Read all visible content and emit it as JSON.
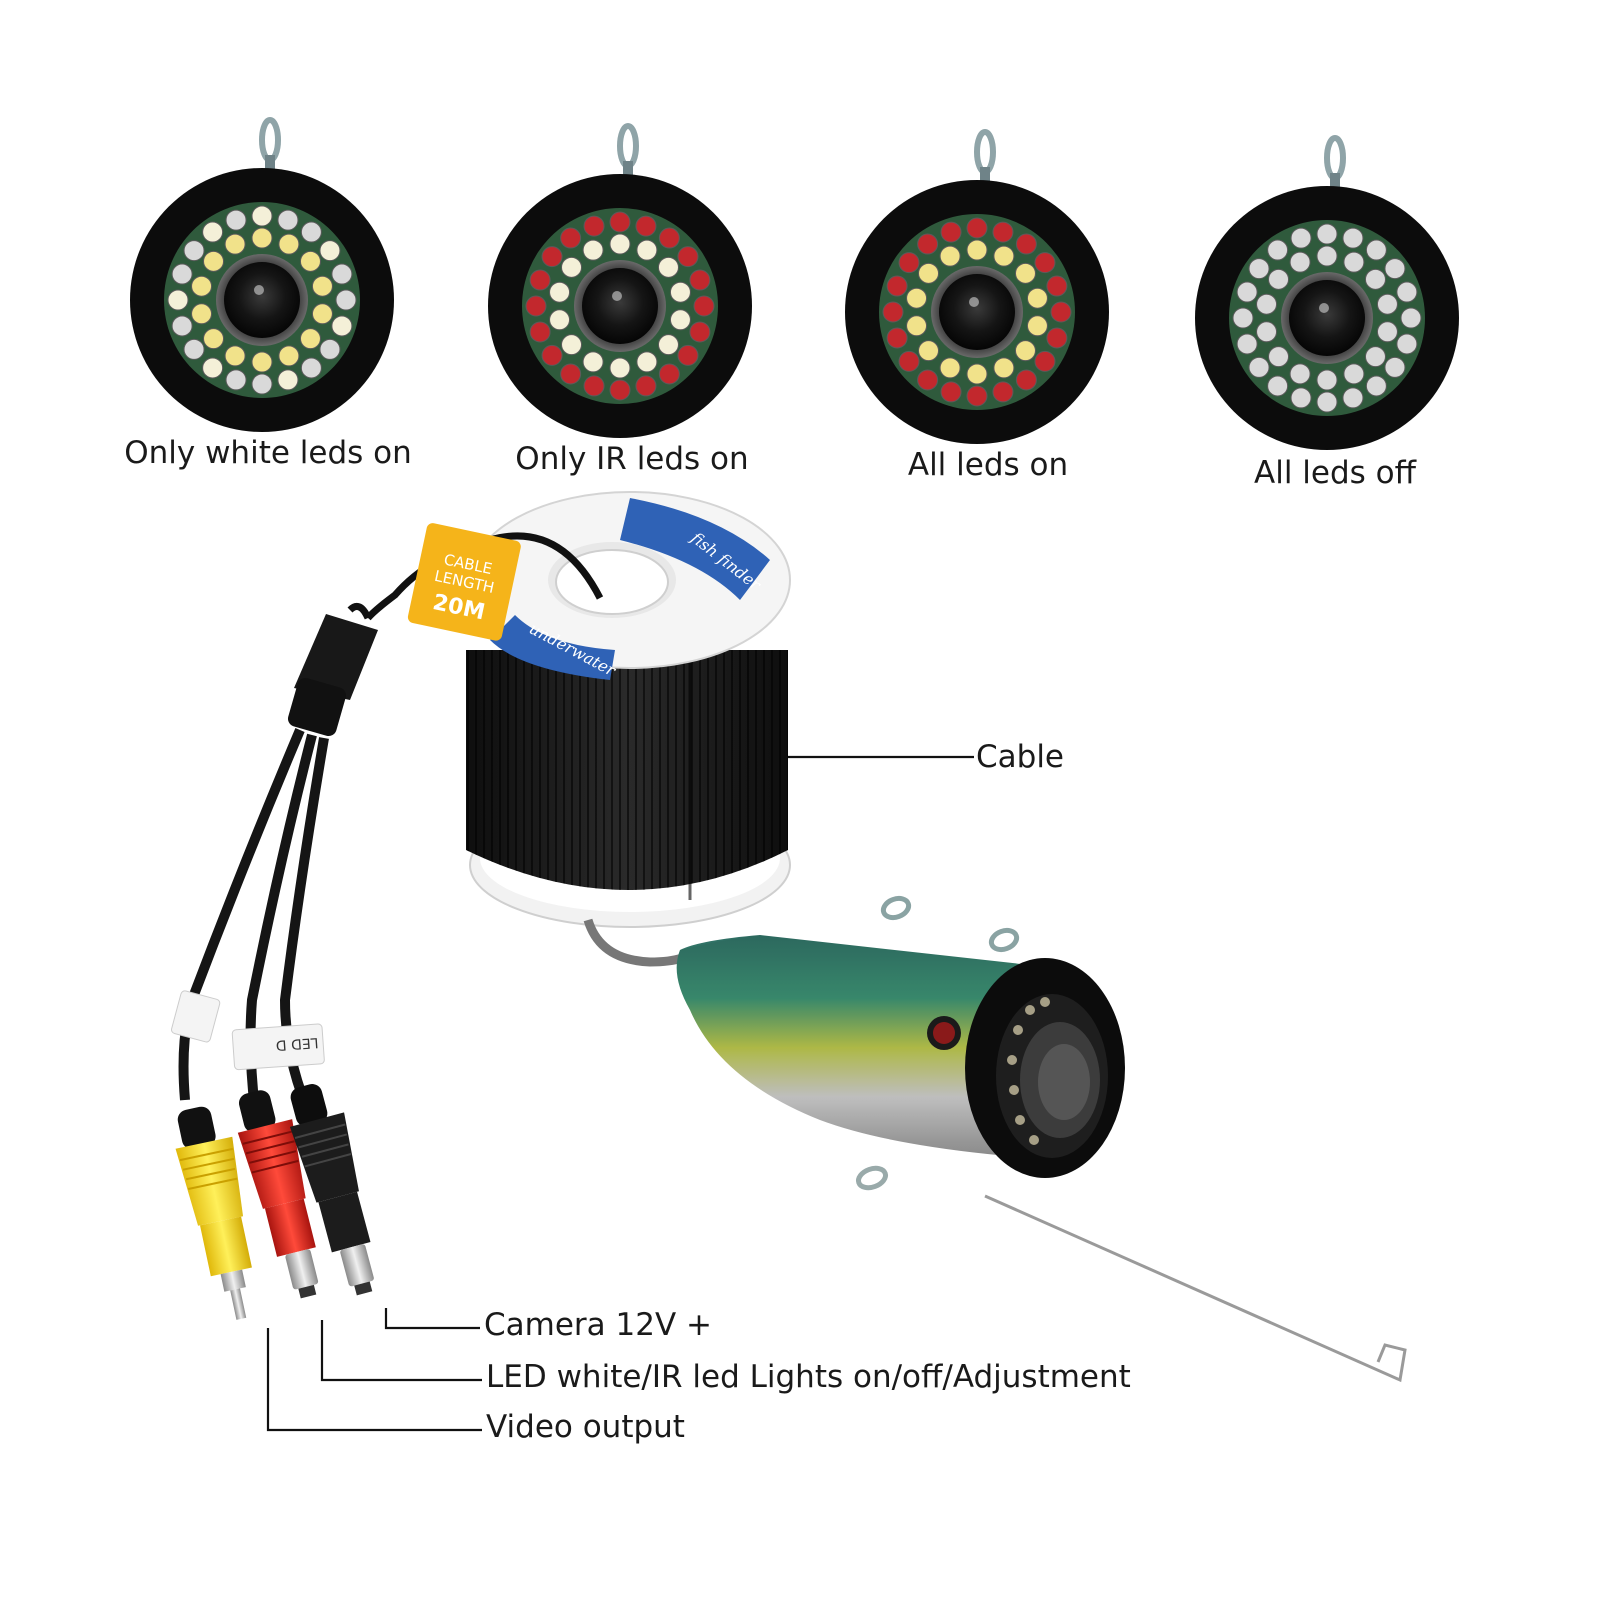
{
  "camera_heads": [
    {
      "label": "Only white leds on",
      "state": "white"
    },
    {
      "label": "Only IR leds on",
      "state": "ir"
    },
    {
      "label": "All leds on",
      "state": "all"
    },
    {
      "label": "All leds off",
      "state": "off"
    }
  ],
  "spool": {
    "tag_lines": [
      "CABLE",
      "LENGTH",
      "20M"
    ],
    "brand_text": "fish finder",
    "brand_text_2": "underwater"
  },
  "callouts": {
    "cable": "Cable",
    "camera_power": "Camera 12V +",
    "led_control": "LED white/IR led Lights on/off/Adjustment",
    "video_output": "Video output"
  },
  "plug_sleeve_text": "LED D",
  "colors": {
    "white_led": "#f4f0d8",
    "yellow_led": "#f1e28a",
    "ir_led": "#c2282d",
    "off_led": "#d9d9d9",
    "housing": "#0c0c0c",
    "pcb": "#2f5a3c",
    "tag": "#f5b41a",
    "rca_yellow": "#f3d21b",
    "rca_red": "#d8241f",
    "dc_black": "#111111"
  }
}
